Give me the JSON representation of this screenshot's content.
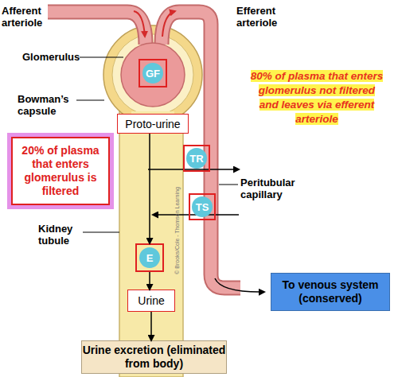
{
  "diagram": {
    "nodes": [
      {
        "text": [
          "GF"
        ]
      },
      {
        "text": [
          "80% of plasma that enters glomerulus not filtered and leaves via efferent arteriole"
        ]
      },
      {
        "text": [
          "Proto-urine"
        ]
      },
      {
        "text": [
          "20% of plasma that enters glomerulus is filtered"
        ]
      },
      {
        "text": [
          "TR"
        ]
      },
      {
        "text": [
          "TS"
        ]
      },
      {
        "text": [
          "E"
        ]
      },
      {
        "text": [
          "Urine"
        ]
      },
      {
        "text": [
          "To venous system (conserved)"
        ]
      },
      {
        "text": [
          "Urine excretion (eliminated from body)"
        ]
      }
    ],
    "edges": [
      {
        "from": 2,
        "to": 6,
        "arrow": "to"
      },
      {
        "from": 6,
        "to": 7,
        "arrow": "to"
      },
      {
        "from": 7,
        "to": 9,
        "arrow": "to"
      }
    ],
    "labels": [
      "Afferent arteriole",
      "Efferent arteriole",
      "Glomerulus",
      "Bowman’s capsule",
      "Peritubular capillary",
      "Kidney tubule",
      "© Brooks/Cole - Thomson Learning"
    ]
  }
}
